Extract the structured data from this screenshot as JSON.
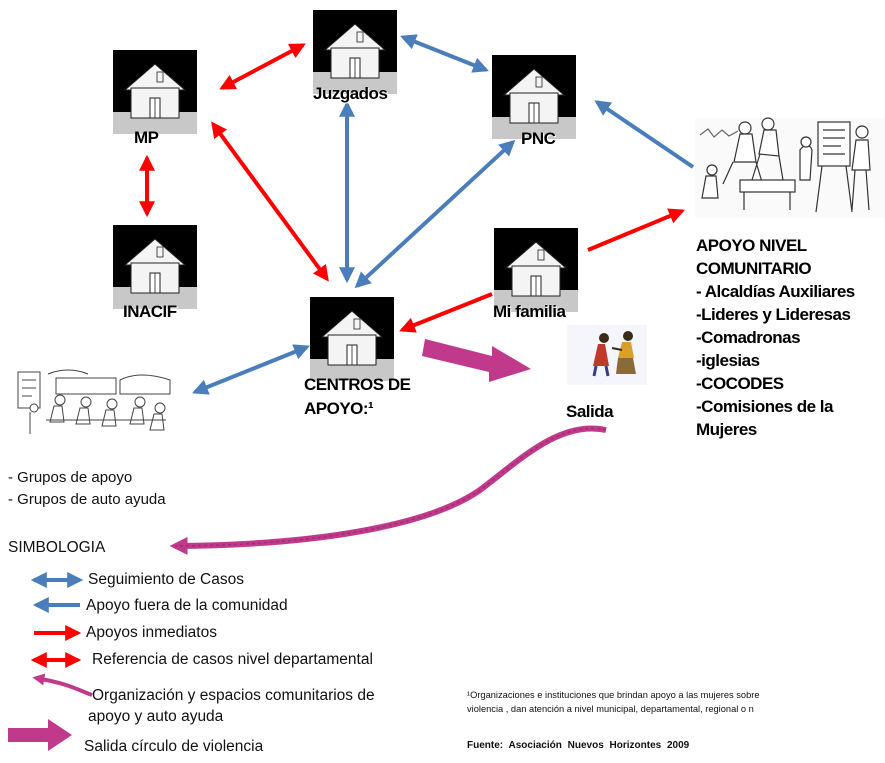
{
  "nodes": {
    "mp": "MP",
    "juzgados": "Juzgados",
    "pnc": "PNC",
    "inacif": "INACIF",
    "centros": [
      "CENTROS DE",
      "APOYO:¹"
    ],
    "mi_familia": "Mi familia",
    "salida": "Salida"
  },
  "comunitario": {
    "lines": [
      "APOYO  NIVEL",
      "COMUNITARIO",
      "- Alcaldías Auxiliares",
      "-Lideres y Lideresas",
      "-Comadronas",
      "-iglesias",
      "-COCODES",
      "-Comisiones de la",
      "Mujeres"
    ]
  },
  "grupos": [
    "- Grupos de apoyo",
    "- Grupos de auto ayuda"
  ],
  "simbologia": {
    "title": "SIMBOLOGIA",
    "items": {
      "seguimiento": "Seguimiento de Casos",
      "apoyo_fuera": "Apoyo fuera de la comunidad",
      "inmediatos": "Apoyos inmediatos",
      "referencia": "Referencia de casos nivel departamental",
      "organizacion_1": "Organización y espacios comunitarios de",
      "organizacion_2": "apoyo y auto ayuda",
      "salida": "Salida círculo de violencia"
    }
  },
  "footnote": [
    "¹Organizaciones  e  instituciones  que  brindan  apoyo  a las mujeres  sobre",
    "violencia  , dan atención  a nivel municipal,  departamental,  regional  o n"
  ],
  "source": "Fuente:  Asociación  Nuevos Horizontes   2009",
  "colors": {
    "blue": "#4a7ebb",
    "red": "#ff0000",
    "magenta": "#c0398a",
    "magenta_dark": "#9b2d6f"
  }
}
